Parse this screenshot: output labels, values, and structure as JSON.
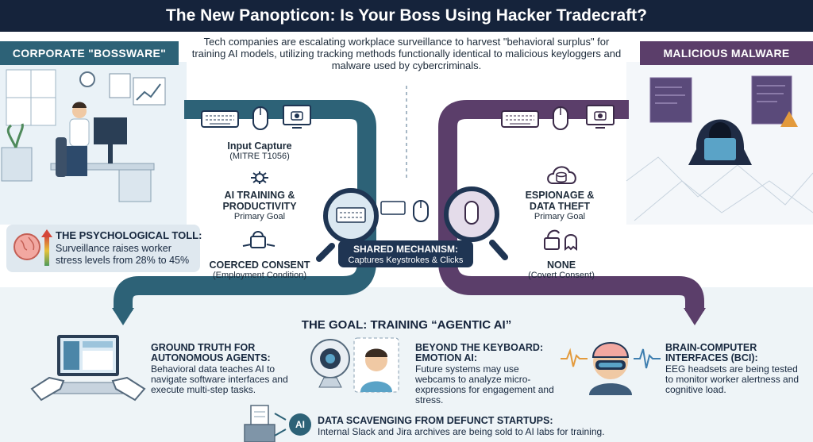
{
  "title": "The New Panopticon: Is Your Boss Using Hacker Tradecraft?",
  "intro": "Tech companies are escalating workplace surveillance to harvest \"behavioral surplus\" for training AI models, utilizing tracking methods functionally identical to malicious keyloggers and malware used by cybercriminals.",
  "left_ribbon": "CORPORATE \"BOSSWARE\"",
  "right_ribbon": "MALICIOUS MALWARE",
  "left_flow": {
    "input_title": "Input Capture",
    "input_sub": "(MITRE T1056)",
    "goal_title_1": "AI TRAINING &",
    "goal_title_2": "PRODUCTIVITY",
    "goal_sub": "Primary Goal",
    "consent_title": "COERCED CONSENT",
    "consent_sub": "(Employment Condition)"
  },
  "right_flow": {
    "goal_title_1": "ESPIONAGE &",
    "goal_title_2": "DATA THEFT",
    "goal_sub": "Primary Goal",
    "consent_title": "NONE",
    "consent_sub": "(Covert Consent)"
  },
  "toll": {
    "title": "THE PSYCHOLOGICAL TOLL:",
    "text": "Surveillance raises worker stress levels from 28% to 45%"
  },
  "mechanism": {
    "title": "SHARED MECHANISM:",
    "sub": "Captures Keystrokes & Clicks"
  },
  "goal_heading": "THE GOAL: TRAINING “AGENTIC AI”",
  "blocks": [
    {
      "title_1": "GROUND TRUTH FOR",
      "title_2": "AUTONOMOUS AGENTS:",
      "text": "Behavioral data teaches AI to navigate software interfaces and execute multi-step tasks."
    },
    {
      "title_1": "BEYOND THE KEYBOARD:",
      "title_2": "EMOTION AI:",
      "text": "Future systems may use webcams to analyze micro-expressions for engagement and stress."
    },
    {
      "title_1": "BRAIN-COMPUTER",
      "title_2": "INTERFACES (BCI):",
      "text": "EEG headsets are being tested to monitor worker alertness and cognitive load."
    },
    {
      "title_1": "DATA SCAVENGING FROM DEFUNCT STARTUPS:",
      "title_2": "",
      "text": "Internal Slack and Jira archives are being sold to AI labs for training."
    }
  ],
  "ai_badge": "AI",
  "colors": {
    "navy": "#15233b",
    "teal": "#2d6277",
    "purple": "#5b3e6a",
    "band": "#eef4f7"
  }
}
